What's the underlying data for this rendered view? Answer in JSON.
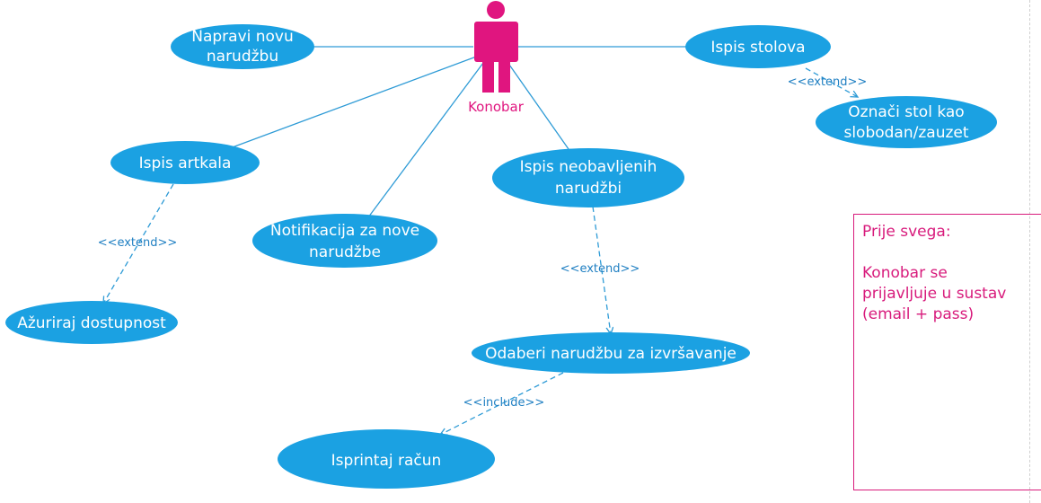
{
  "actor": {
    "label": "Konobar",
    "color": "#e0157f"
  },
  "use_cases": {
    "napravi": {
      "lines": [
        "Napravi novu",
        "narudžbu"
      ]
    },
    "ispis_stolova": {
      "lines": [
        "Ispis stolova"
      ]
    },
    "oznaci_stol": {
      "lines": [
        "Označi stol kao",
        "slobodan/zauzet"
      ]
    },
    "ispis_artkala": {
      "lines": [
        "Ispis artkala"
      ]
    },
    "notifikacija": {
      "lines": [
        "Notifikacija za nove",
        "narudžbe"
      ]
    },
    "ispis_neobavljenih": {
      "lines": [
        "Ispis neobavljenih",
        "narudžbi"
      ]
    },
    "azuriraj": {
      "lines": [
        "Ažuriraj dostupnost"
      ]
    },
    "odaberi": {
      "lines": [
        "Odaberi narudžbu za izvršavanje"
      ]
    },
    "isprintaj": {
      "lines": [
        "Isprintaj račun"
      ]
    }
  },
  "relations": {
    "extend_stolovi": "<<extend>>",
    "extend_artkala": "<<extend>>",
    "extend_neobavljenih": "<<extend>>",
    "include_odaberi": "<<include>>"
  },
  "note": {
    "heading": "Prije svega:",
    "body_lines": [
      "Konobar se",
      "prijavljuje u sustav",
      "(email + pass)"
    ]
  },
  "colors": {
    "use_case_fill": "#1ba1e2",
    "line": "#2e9bd6",
    "note_border": "#d81b7c"
  }
}
